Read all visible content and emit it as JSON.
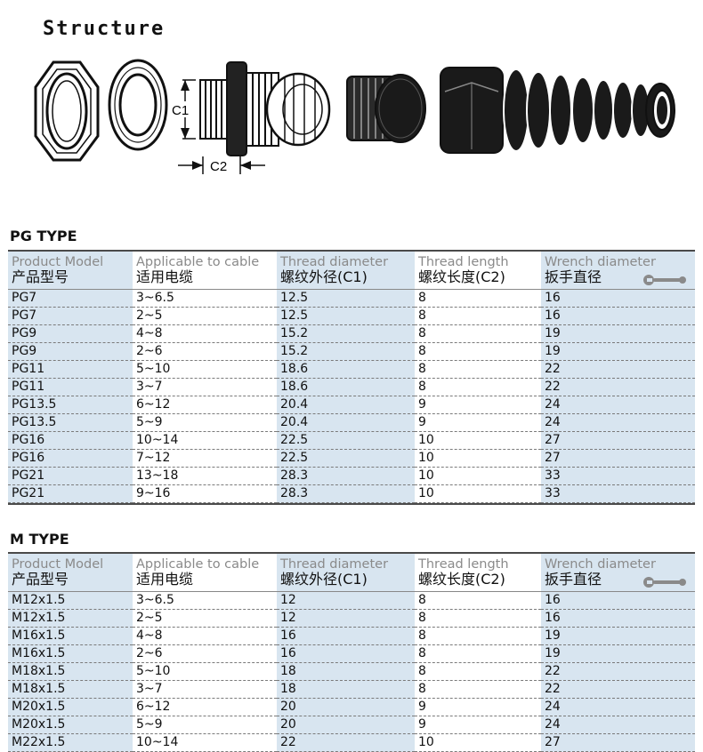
{
  "structure": {
    "title": "Structure",
    "labels": {
      "c1": "C1",
      "c2": "C2"
    }
  },
  "colors": {
    "header_shade": "#d8e5f0",
    "rule": "#4a4a4a"
  },
  "headers": [
    {
      "en": "Product Model",
      "cn": "产品型号"
    },
    {
      "en": "Applicable to cable",
      "cn": "适用电缆"
    },
    {
      "en": "Thread diameter",
      "cn": "螺纹外径(C1)"
    },
    {
      "en": "Thread length",
      "cn": "螺纹长度(C2)"
    },
    {
      "en": "Wrench diameter",
      "cn": "扳手直径",
      "icon": "wrench-icon"
    }
  ],
  "pg": {
    "title": "PG TYPE",
    "rows": [
      [
        "PG7",
        "3~6.5",
        "12.5",
        "8",
        "16"
      ],
      [
        "PG7",
        "2~5",
        "12.5",
        "8",
        "16"
      ],
      [
        "PG9",
        "4~8",
        "15.2",
        "8",
        "19"
      ],
      [
        "PG9",
        "2~6",
        "15.2",
        "8",
        "19"
      ],
      [
        "PG11",
        "5~10",
        "18.6",
        "8",
        "22"
      ],
      [
        "PG11",
        "3~7",
        "18.6",
        "8",
        "22"
      ],
      [
        "PG13.5",
        "6~12",
        "20.4",
        "9",
        "24"
      ],
      [
        "PG13.5",
        "5~9",
        "20.4",
        "9",
        "24"
      ],
      [
        "PG16",
        "10~14",
        "22.5",
        "10",
        "27"
      ],
      [
        "PG16",
        "7~12",
        "22.5",
        "10",
        "27"
      ],
      [
        "PG21",
        "13~18",
        "28.3",
        "10",
        "33"
      ],
      [
        "PG21",
        "9~16",
        "28.3",
        "10",
        "33"
      ]
    ]
  },
  "m": {
    "title": "M TYPE",
    "rows": [
      [
        "M12x1.5",
        "3~6.5",
        "12",
        "8",
        "16"
      ],
      [
        "M12x1.5",
        "2~5",
        "12",
        "8",
        "16"
      ],
      [
        "M16x1.5",
        "4~8",
        "16",
        "8",
        "19"
      ],
      [
        "M16x1.5",
        "2~6",
        "16",
        "8",
        "19"
      ],
      [
        "M18x1.5",
        "5~10",
        "18",
        "8",
        "22"
      ],
      [
        "M18x1.5",
        "3~7",
        "18",
        "8",
        "22"
      ],
      [
        "M20x1.5",
        "6~12",
        "20",
        "9",
        "24"
      ],
      [
        "M20x1.5",
        "5~9",
        "20",
        "9",
        "24"
      ],
      [
        "M22x1.5",
        "10~14",
        "22",
        "10",
        "27"
      ]
    ]
  }
}
